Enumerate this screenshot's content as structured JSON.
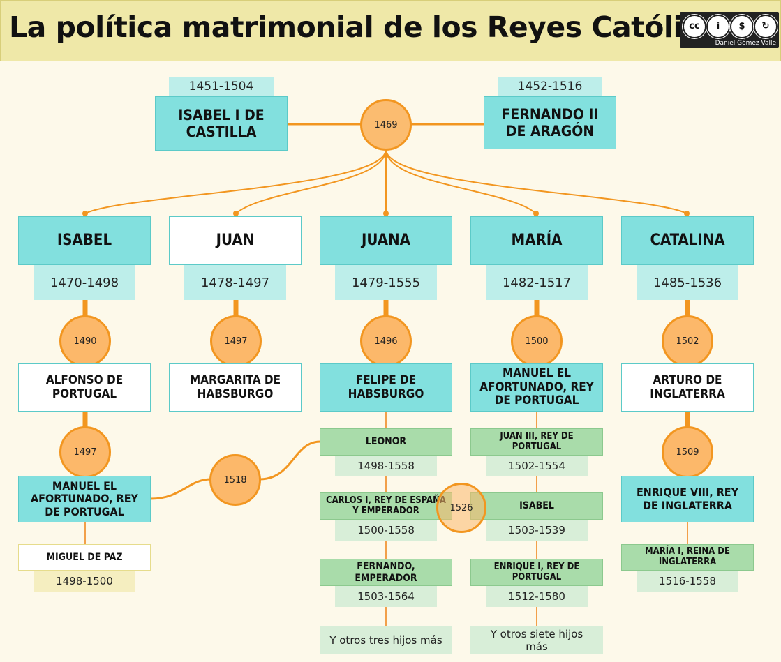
{
  "title": "La política matrimonial de los Reyes Católicos",
  "license": {
    "icons": [
      "cc-icon",
      "by-icon",
      "nc-icon",
      "sa-icon"
    ],
    "glyphs": [
      "cc",
      "i",
      "$",
      "↻"
    ],
    "author": "Daniel Gómez Valle"
  },
  "parents": {
    "isabel": {
      "name": "ISABEL I DE CASTILLA",
      "years": "1451-1504"
    },
    "fernando": {
      "name": "FERNANDO II DE ARAGÓN",
      "years": "1452-1516"
    },
    "marriage_year": "1469"
  },
  "children": [
    {
      "name": "ISABEL",
      "years": "1470-1498",
      "marriage_year": "1490",
      "spouse": "ALFONSO DE PORTUGAL"
    },
    {
      "name": "JUAN",
      "years": "1478-1497",
      "marriage_year": "1497",
      "spouse": "MARGARITA DE HABSBURGO"
    },
    {
      "name": "JUANA",
      "years": "1479-1555",
      "marriage_year": "1496",
      "spouse": "FELIPE DE HABSBURGO"
    },
    {
      "name": "MARÍA",
      "years": "1482-1517",
      "marriage_year": "1500",
      "spouse": "MANUEL EL AFORTUNADO, REY DE PORTUGAL"
    },
    {
      "name": "CATALINA",
      "years": "1485-1536",
      "marriage_year": "1502",
      "spouse": "ARTURO DE INGLATERRA"
    }
  ],
  "isabel_line": {
    "second_marriage_year": "1497",
    "second_spouse": "MANUEL EL AFORTUNADO, REY DE PORTUGAL",
    "child": {
      "name": "MIGUEL DE PAZ",
      "years": "1498-1500"
    },
    "leonor_marriage_year": "1518"
  },
  "juana_children": [
    {
      "name": "LEONOR",
      "years": "1498-1558"
    },
    {
      "name": "CARLOS I, REY DE ESPAÑA Y EMPERADOR",
      "years": "1500-1558"
    },
    {
      "name": "FERNANDO, EMPERADOR",
      "years": "1503-1564"
    }
  ],
  "juana_more": "Y otros tres hijos más",
  "maria_children": [
    {
      "name": "JUAN III, REY DE PORTUGAL",
      "years": "1502-1554"
    },
    {
      "name": "ISABEL",
      "years": "1503-1539"
    },
    {
      "name": "ENRIQUE I, REY DE PORTUGAL",
      "years": "1512-1580"
    }
  ],
  "maria_more": "Y otros siete hijos más",
  "carlos_isabel_marriage_year": "1526",
  "catalina_line": {
    "second_marriage_year": "1509",
    "second_spouse": "ENRIQUE VIII, REY DE INGLATERRA",
    "child": {
      "name": "MARÍA I, REINA DE INGLATERRA",
      "years": "1516-1558"
    }
  },
  "colors": {
    "background": "#fdf9ea",
    "header": "#efe8a8",
    "royal_box": "#82e0de",
    "grandchild_box": "#a9dcaa",
    "marriage_circle": "#fcb86a",
    "connector": "#f29620"
  }
}
